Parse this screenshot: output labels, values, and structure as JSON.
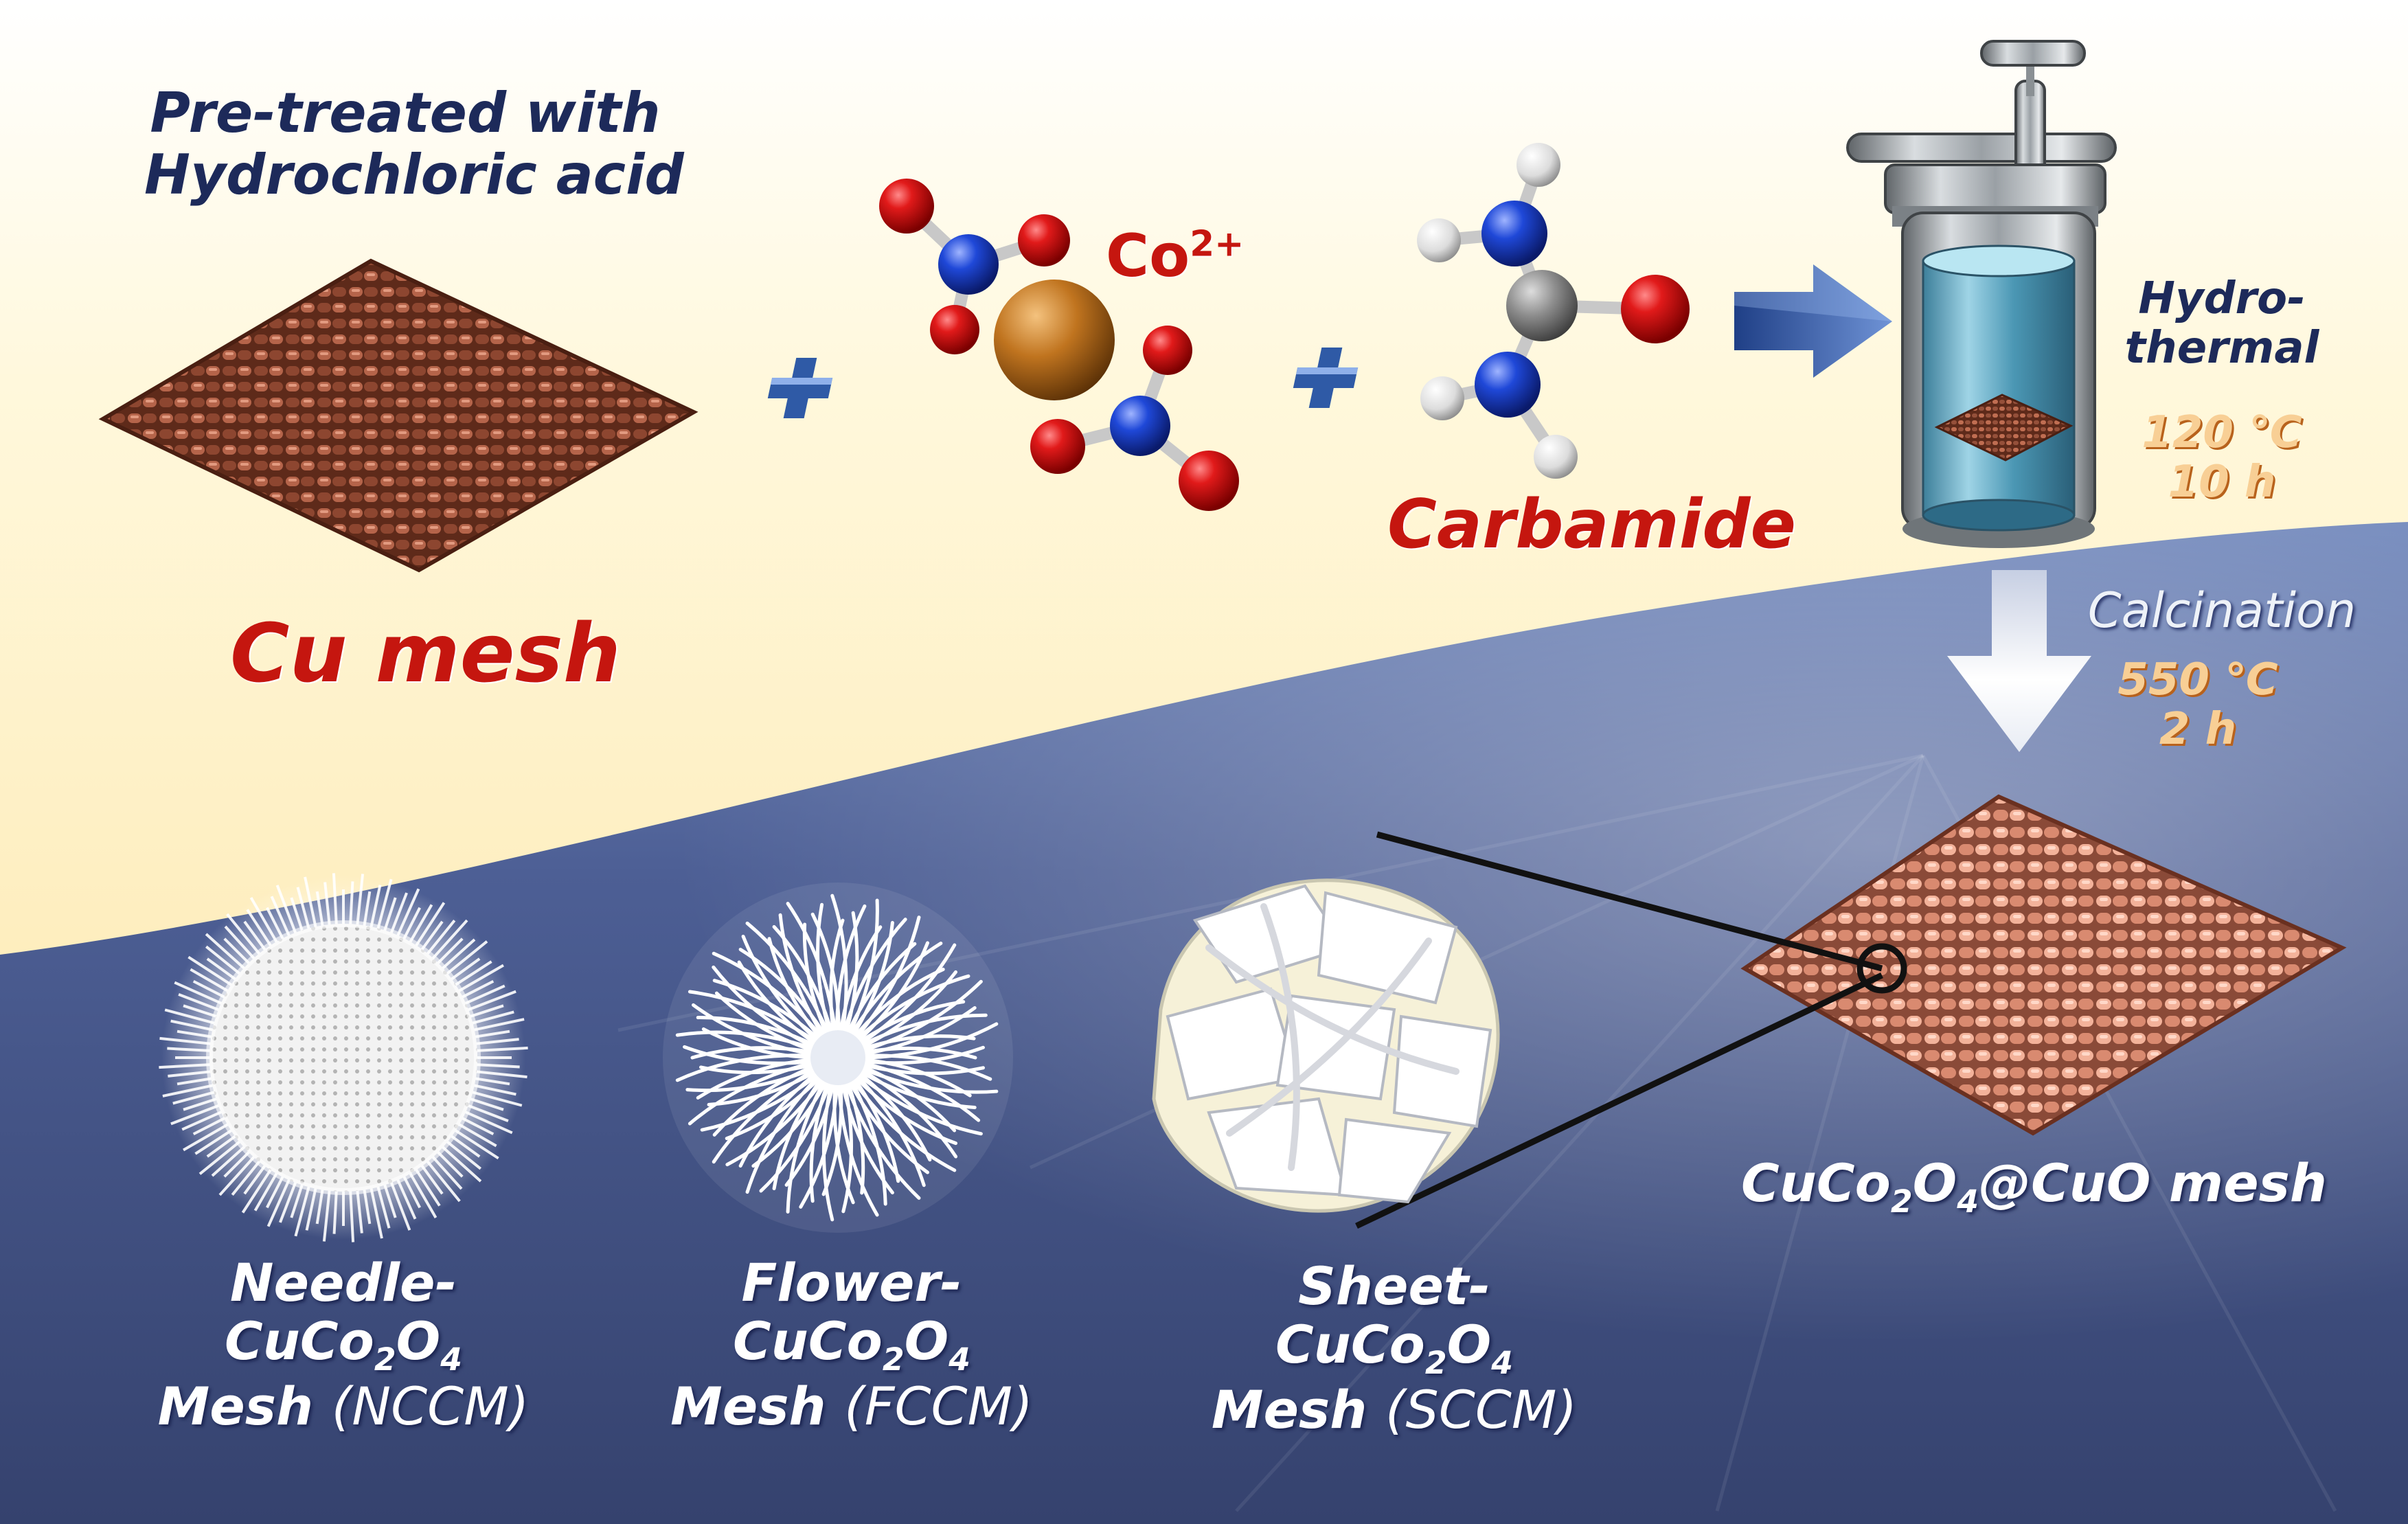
{
  "top": {
    "pretreat_line1": "Pre-treated with",
    "pretreat_line2": "Hydrochloric acid",
    "cu_mesh": "Cu mesh",
    "cobalt_ion": "Co",
    "cobalt_charge": "2+",
    "carbamide": "Carbamide"
  },
  "reactor": {
    "line1": "Hydro-",
    "line2": "thermal",
    "temp": "120 ℃",
    "time": "10 h"
  },
  "calcination": {
    "label": "Calcination",
    "temp": "550 ℃",
    "time": "2 h"
  },
  "product": {
    "name_a": "CuCo",
    "name_sub1": "2",
    "name_b": "O",
    "name_sub2": "4",
    "name_c": "@CuO mesh"
  },
  "morphologies": [
    {
      "line1": "Needle-",
      "f_a": "CuCo",
      "f_s1": "2",
      "f_b": "O",
      "f_s2": "4",
      "mesh": "Mesh",
      "abbr": "(NCCM)"
    },
    {
      "line1": "Flower-",
      "f_a": "CuCo",
      "f_s1": "2",
      "f_b": "O",
      "f_s2": "4",
      "mesh": "Mesh",
      "abbr": "(FCCM)"
    },
    {
      "line1": "Sheet-",
      "f_a": "CuCo",
      "f_s1": "2",
      "f_b": "O",
      "f_s2": "4",
      "mesh": "Mesh",
      "abbr": "(SCCM)"
    }
  ],
  "colors": {
    "background_top": "#fde9a8",
    "background_bottom": "#3d4c7c",
    "copper": "#a8583d",
    "label_red": "#c5160f",
    "label_navy": "#1d2a5a"
  }
}
